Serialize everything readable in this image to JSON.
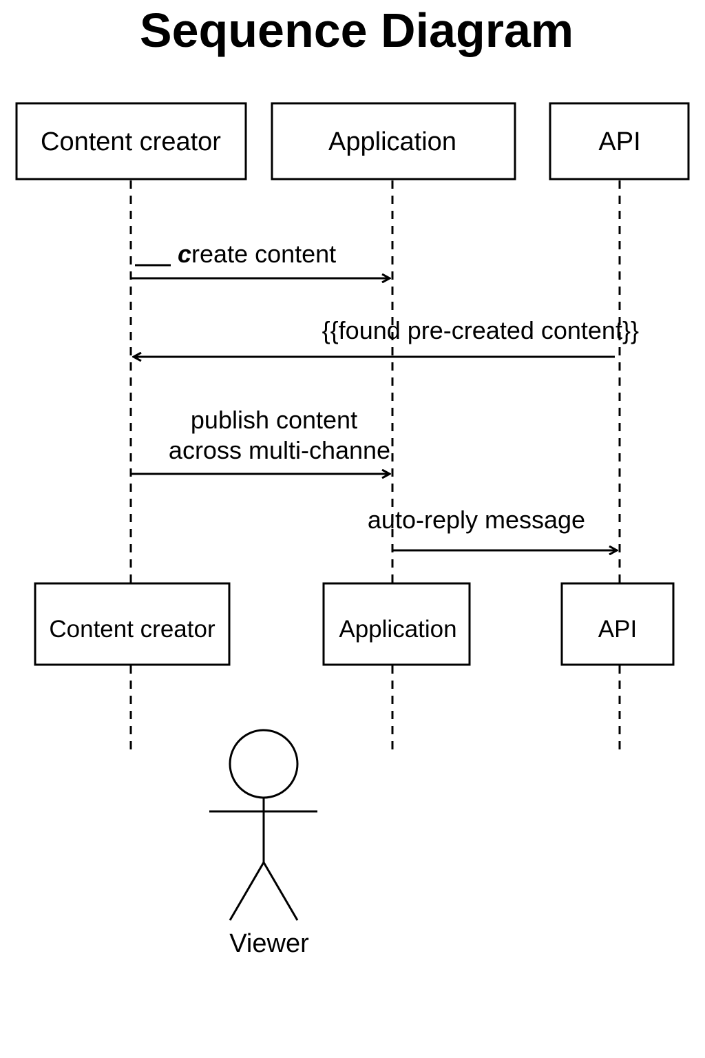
{
  "title": "Sequence Diagram",
  "participants_top": {
    "content_creator": "Content creator",
    "application": "Application",
    "api": "API"
  },
  "participants_bottom": {
    "content_creator": "Content creator",
    "application": "Application",
    "api": "API"
  },
  "messages": {
    "m1_prefix": "__",
    "m1_initial": "c",
    "m1_rest": "reate content",
    "m2": "{{found pre-created content}}",
    "m3_line1": "publish content",
    "m3_line2": "across multi-channe",
    "m4": "auto-reply message"
  },
  "actor": {
    "name": "Viewer"
  }
}
